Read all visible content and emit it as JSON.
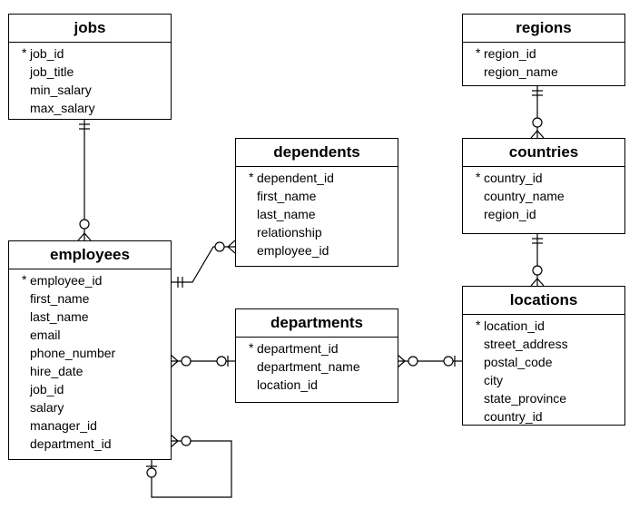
{
  "tables": {
    "jobs": {
      "name": "jobs",
      "columns": [
        {
          "label": "job_id",
          "pk": true
        },
        {
          "label": "job_title"
        },
        {
          "label": "min_salary"
        },
        {
          "label": "max_salary"
        }
      ]
    },
    "regions": {
      "name": "regions",
      "columns": [
        {
          "label": "region_id",
          "pk": true
        },
        {
          "label": "region_name"
        }
      ]
    },
    "dependents": {
      "name": "dependents",
      "columns": [
        {
          "label": "dependent_id",
          "pk": true
        },
        {
          "label": "first_name"
        },
        {
          "label": "last_name"
        },
        {
          "label": "relationship"
        },
        {
          "label": "employee_id"
        }
      ]
    },
    "countries": {
      "name": "countries",
      "columns": [
        {
          "label": "country_id",
          "pk": true
        },
        {
          "label": "country_name"
        },
        {
          "label": "region_id"
        }
      ]
    },
    "employees": {
      "name": "employees",
      "columns": [
        {
          "label": "employee_id",
          "pk": true
        },
        {
          "label": "first_name"
        },
        {
          "label": "last_name"
        },
        {
          "label": "email"
        },
        {
          "label": "phone_number"
        },
        {
          "label": "hire_date"
        },
        {
          "label": "job_id"
        },
        {
          "label": "salary"
        },
        {
          "label": "manager_id"
        },
        {
          "label": "department_id"
        }
      ]
    },
    "departments": {
      "name": "departments",
      "columns": [
        {
          "label": "department_id",
          "pk": true
        },
        {
          "label": "department_name"
        },
        {
          "label": "location_id"
        }
      ]
    },
    "locations": {
      "name": "locations",
      "columns": [
        {
          "label": "location_id",
          "pk": true
        },
        {
          "label": "street_address"
        },
        {
          "label": "postal_code"
        },
        {
          "label": "city"
        },
        {
          "label": "state_province"
        },
        {
          "label": "country_id"
        }
      ]
    }
  },
  "pk_marker": "*",
  "line_color": "#000000"
}
